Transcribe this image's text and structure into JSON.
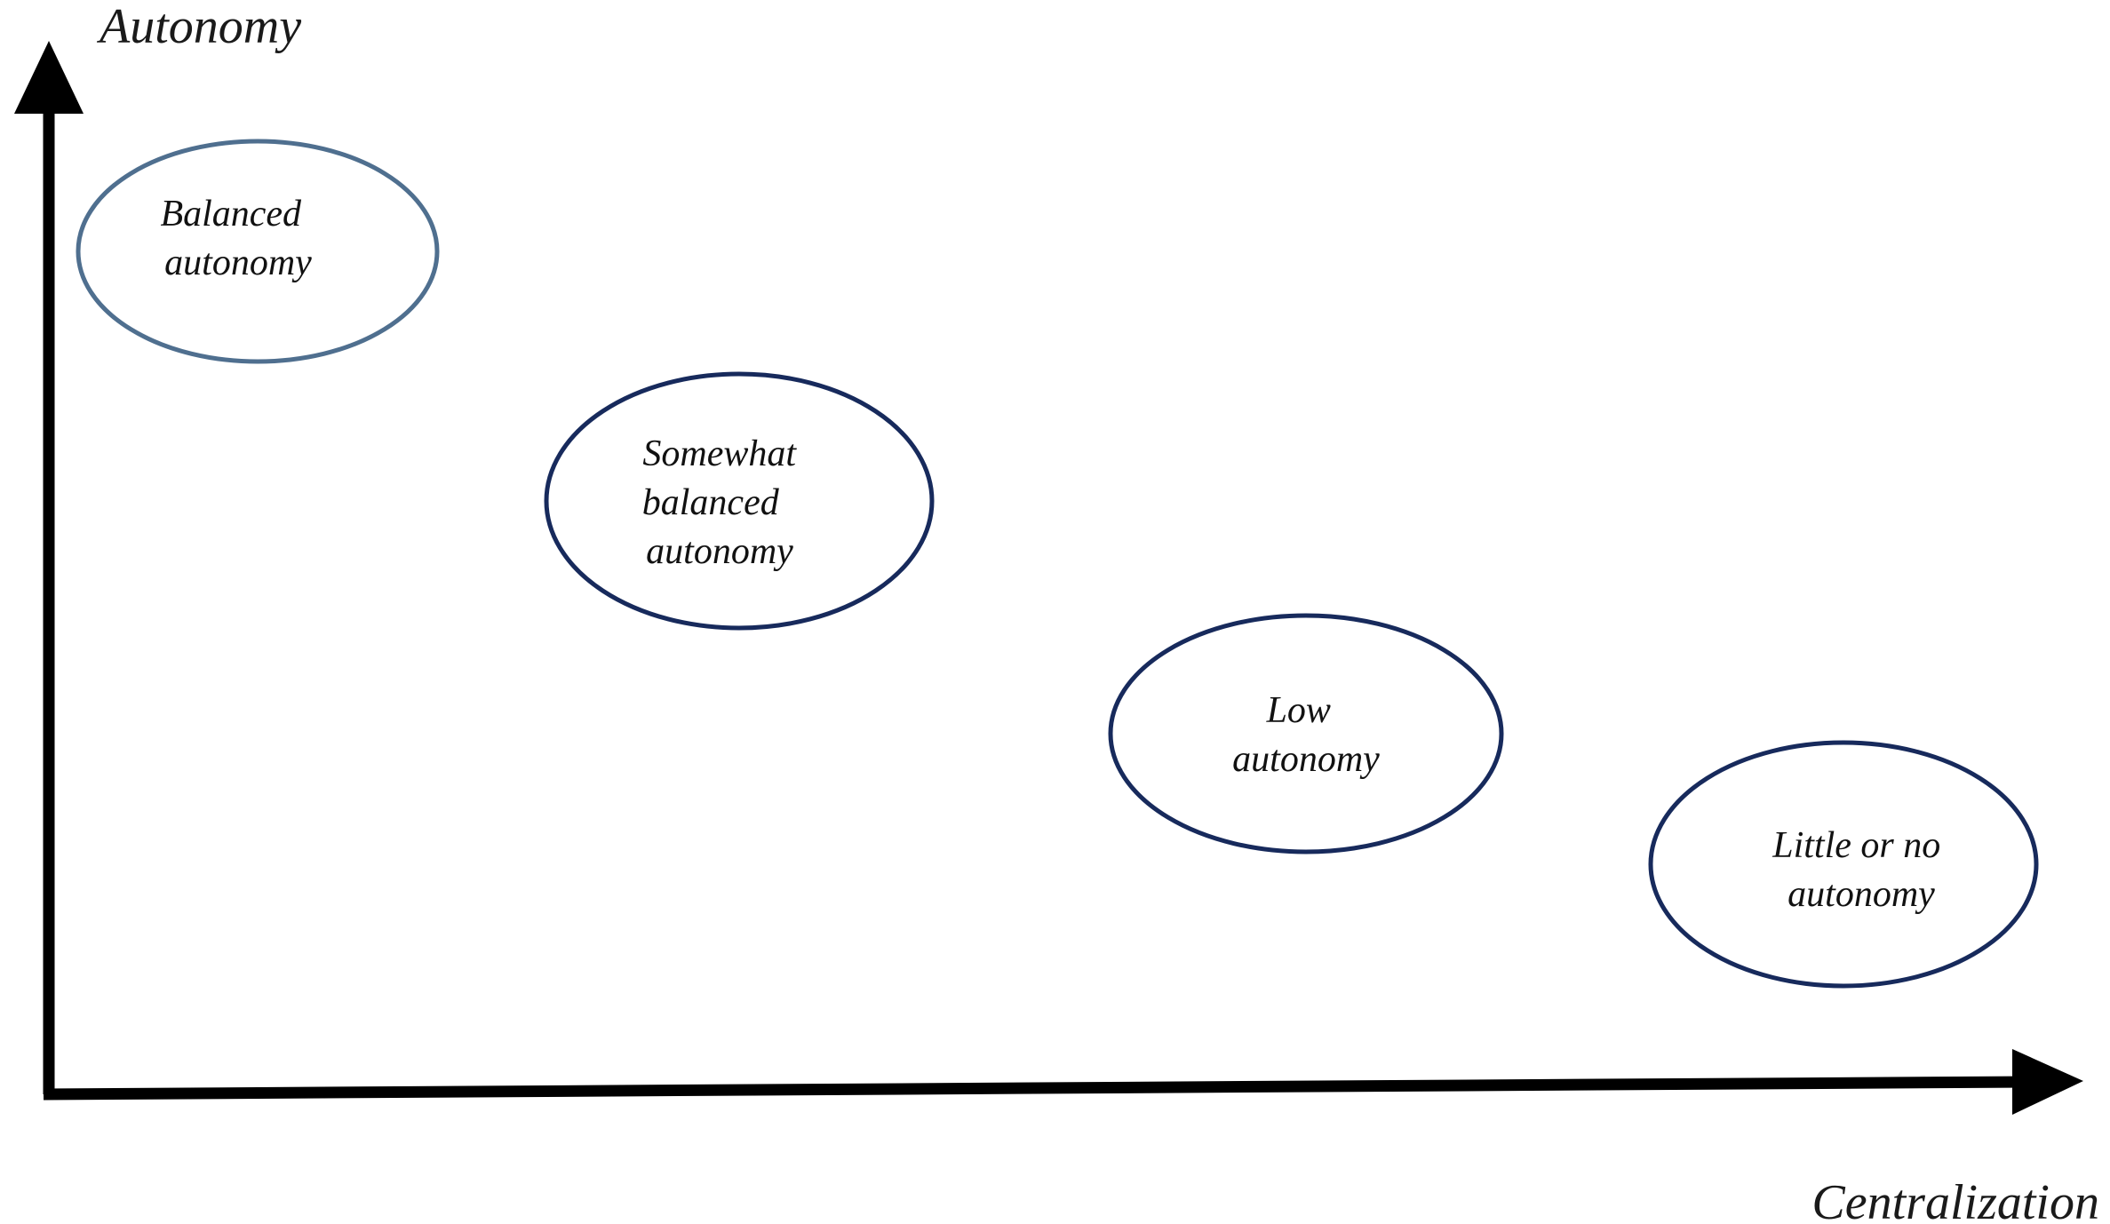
{
  "diagram": {
    "y_axis_label": "Autonomy",
    "x_axis_label": "Centralization",
    "axis_color": "#000000",
    "nodes": [
      {
        "lines": [
          "Balanced",
          "autonomy"
        ],
        "stroke": "#4f6f8f"
      },
      {
        "lines": [
          "Somewhat",
          "balanced",
          "autonomy"
        ],
        "stroke": "#172a5c"
      },
      {
        "lines": [
          "Low",
          "autonomy"
        ],
        "stroke": "#172a5c"
      },
      {
        "lines": [
          "Little or no",
          "autonomy"
        ],
        "stroke": "#172a5c"
      }
    ]
  }
}
